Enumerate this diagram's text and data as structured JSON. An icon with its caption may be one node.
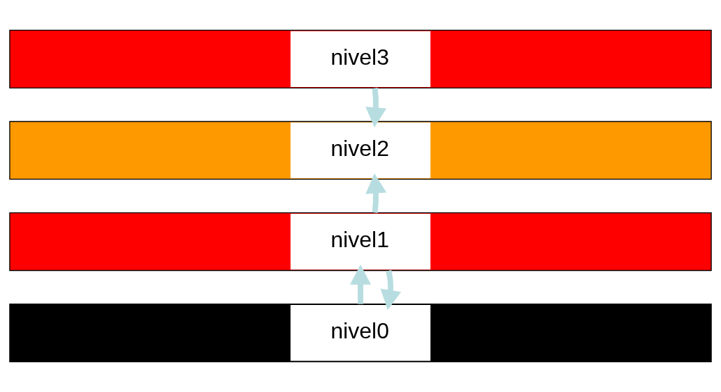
{
  "diagram": {
    "nodes": [
      {
        "text": [
          "nivel3"
        ]
      },
      {
        "text": [
          "nivel2"
        ]
      },
      {
        "text": [
          "nivel1"
        ]
      },
      {
        "text": [
          "nivel0"
        ]
      }
    ],
    "edges": [
      {
        "from": 0,
        "to": 1,
        "arrow": "to"
      },
      {
        "from": 2,
        "to": 1,
        "arrow": "to"
      },
      {
        "from": 3,
        "to": 2,
        "arrow": "to"
      },
      {
        "from": 2,
        "to": 3,
        "arrow": "to"
      }
    ]
  }
}
